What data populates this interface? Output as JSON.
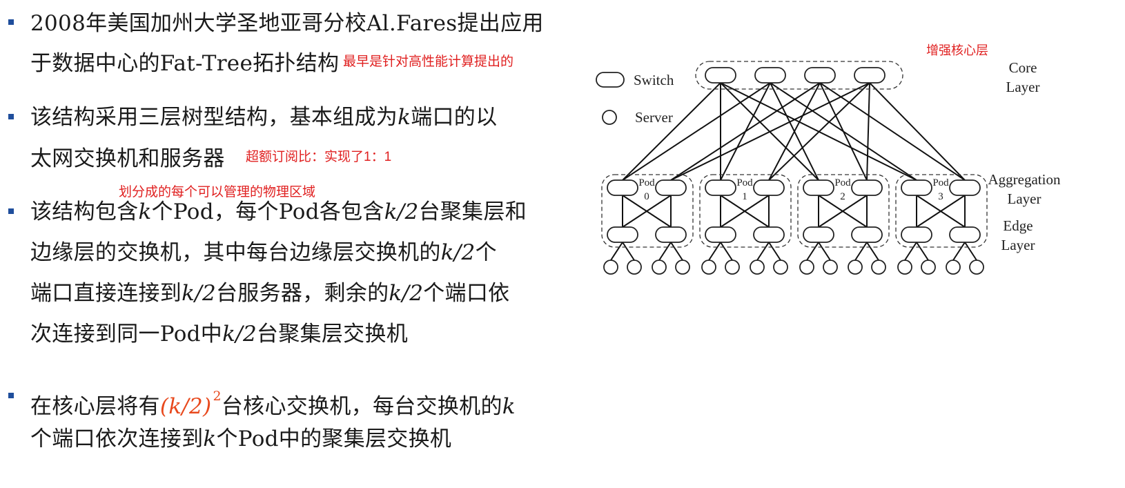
{
  "bullets": [
    {
      "lines": [
        "2008年美国加州大学圣地亚哥分校Al.Fares提出应用",
        "于数据中心的Fat-Tree拓扑结构"
      ]
    },
    {
      "line1": {
        "a": "该结构采用三层树型结构，基本组成为",
        "k": "k",
        "b": "端口的以"
      },
      "line2": "太网交换机和服务器"
    },
    {
      "line1": {
        "a": "该结构包含",
        "k1": "k",
        "b": "个Pod，每个Pod各包含",
        "k2": "k/2",
        "c": "台聚集层和"
      },
      "line2": {
        "a": "边缘层的交换机，其中每台边缘层交换机的",
        "k": "k/2",
        "b": "个"
      },
      "line3": {
        "a": "端口直接连接到",
        "k1": "k/2",
        "b": "台服务器，剩余的",
        "k2": "k/2",
        "c": "个端口依"
      },
      "line4": {
        "a": "次连接到同一Pod中",
        "k": "k/2",
        "b": "台聚集层交换机"
      }
    },
    {
      "line1": {
        "a": "在核心层将有",
        "formula": "(k/2)",
        "exp": "2",
        "b": "台核心交换机，每台交换机的",
        "k": "k"
      },
      "line2": {
        "a": "个端口依次连接到",
        "k": "k",
        "b": "个Pod中的聚集层交换机"
      }
    }
  ],
  "notes": {
    "earliest": "最早是针对高性能计算提出的",
    "oversub": "超额订阅比：实现了1：1",
    "pod_def": "划分成的每个可以管理的物理区域",
    "core_enh": "增强核心层"
  },
  "diagram": {
    "legend_switch": "Switch",
    "legend_server": "Server",
    "core_label": [
      "Core",
      "Layer"
    ],
    "agg_label": [
      "Aggregation",
      "Layer"
    ],
    "edge_label": [
      "Edge",
      "Layer"
    ],
    "pod_word": "Pod",
    "pod_numbers": [
      "0",
      "1",
      "2",
      "3"
    ]
  },
  "colors": {
    "bullet": "#1f4e9c",
    "note_red": "#e02020",
    "formula_orange": "#e8491d"
  }
}
